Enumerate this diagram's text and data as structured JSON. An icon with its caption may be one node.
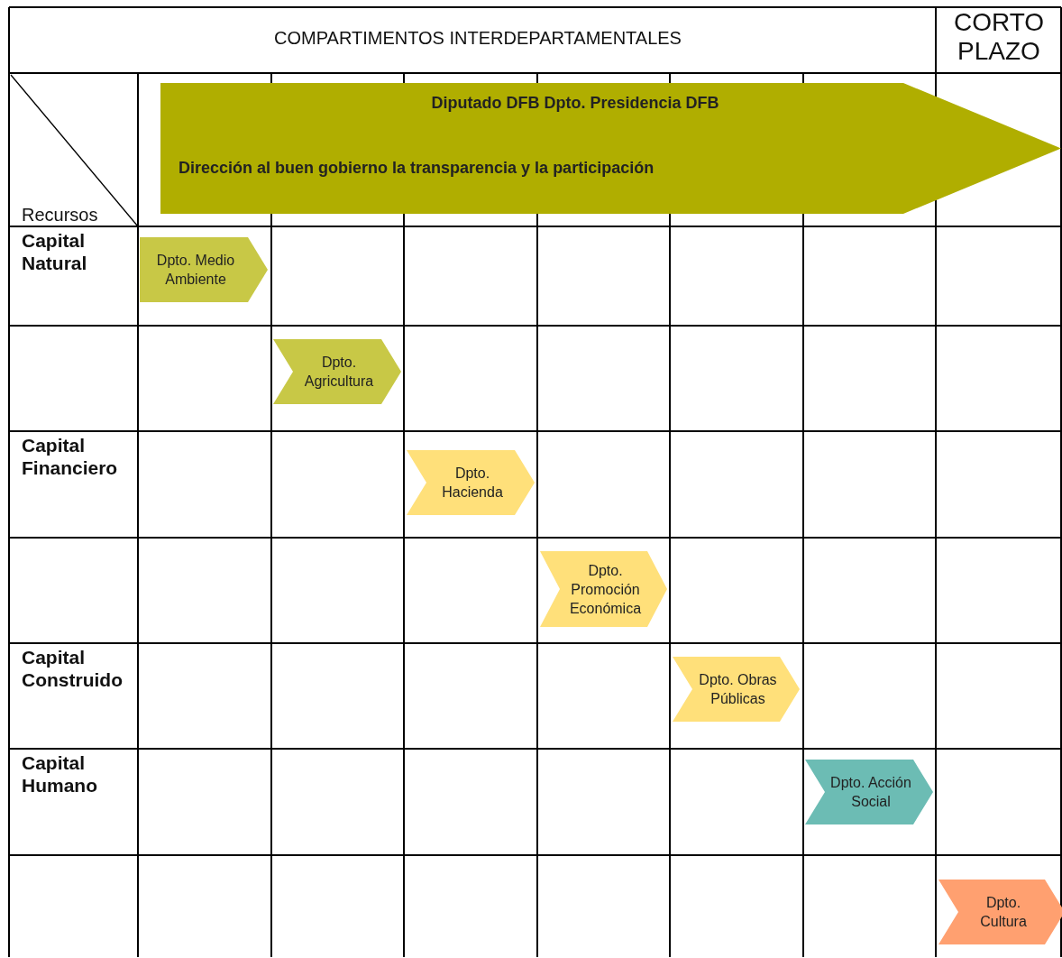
{
  "diagram": {
    "nodes": [
      {
        "text": [
          "Diputado DFB Dpto. Presidencia DFB",
          "Dirección al buen gobierno la transparencia y la participación"
        ]
      },
      {
        "text": [
          "Dpto. Medio Ambiente"
        ]
      },
      {
        "text": [
          "Dpto. Agricultura"
        ]
      },
      {
        "text": [
          "Dpto. Hacienda"
        ]
      },
      {
        "text": [
          "Dpto. Promoción Económica"
        ]
      },
      {
        "text": [
          "Dpto. Obras Públicas"
        ]
      },
      {
        "text": [
          "Dpto. Acción Social"
        ]
      },
      {
        "text": [
          "Dpto. Cultura"
        ]
      }
    ],
    "labels": [
      "COMPARTIMENTOS INTERDEPARTAMENTALES",
      "CORTO PLAZO",
      "Recursos",
      "Capital Natural",
      "Capital Financiero",
      "Capital Construido",
      "Capital Humano"
    ]
  }
}
